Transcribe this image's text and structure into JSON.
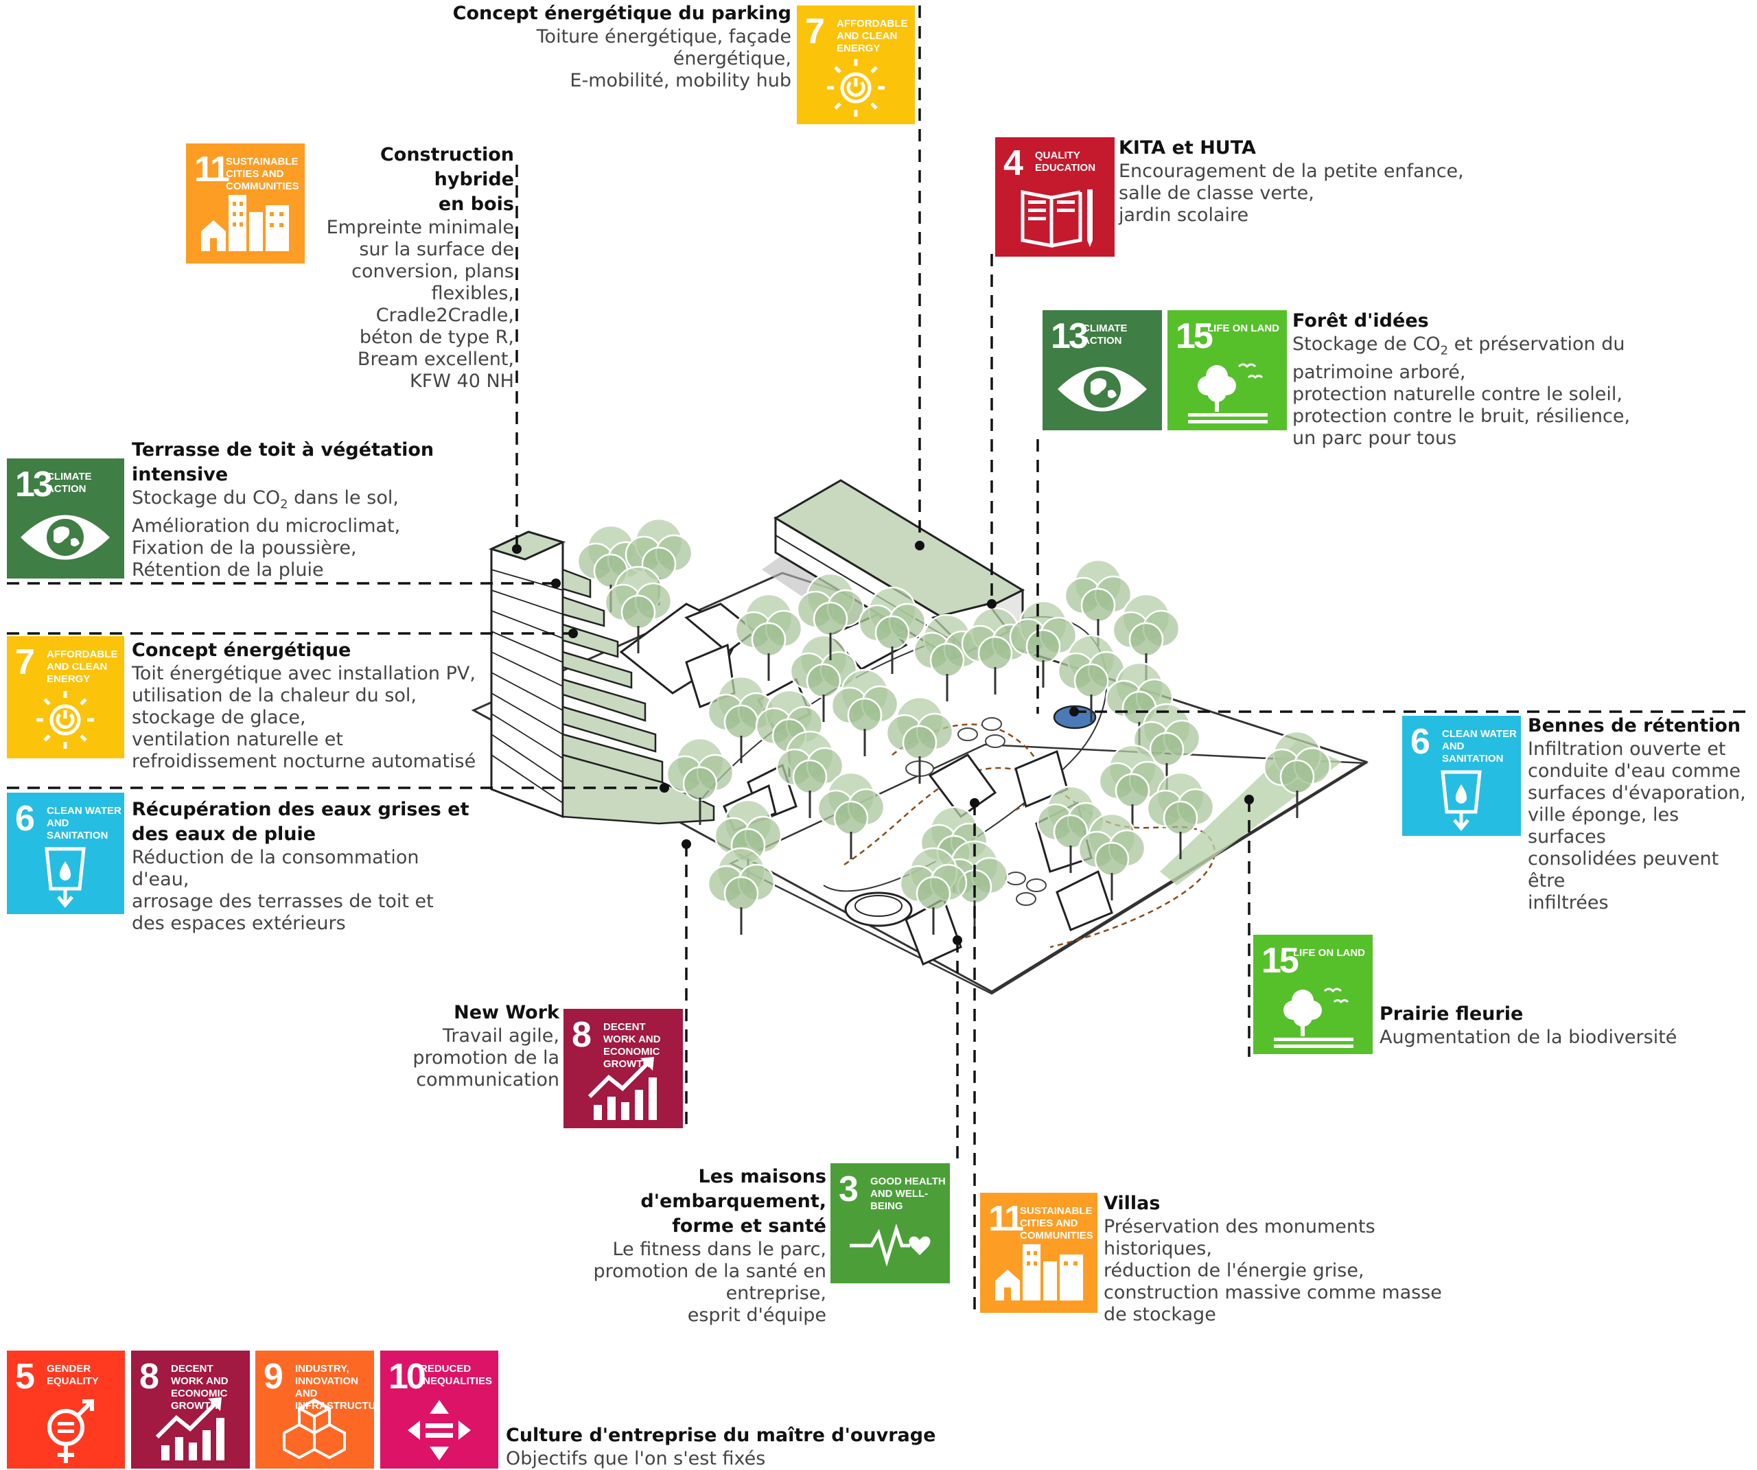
{
  "sdg": {
    "g3": {
      "num": "3",
      "label": "Good health and well-being",
      "color": "#4c9f38",
      "icon": "heartbeat-icon"
    },
    "g4": {
      "num": "4",
      "label": "Quality education",
      "color": "#c5192d",
      "icon": "book-icon"
    },
    "g5": {
      "num": "5",
      "label": "Gender equality",
      "color": "#ff3a21",
      "icon": "gender-icon"
    },
    "g6": {
      "num": "6",
      "label": "Clean water and sanitation",
      "color": "#26bde2",
      "icon": "water-icon"
    },
    "g7": {
      "num": "7",
      "label": "Affordable and clean energy",
      "color": "#fcc30b",
      "icon": "sun-power-icon"
    },
    "g8": {
      "num": "8",
      "label": "Decent work and economic growth",
      "color": "#a21942",
      "icon": "growth-chart-icon"
    },
    "g9": {
      "num": "9",
      "label": "Industry, innovation and infrastructure",
      "color": "#fd6925",
      "icon": "cubes-icon"
    },
    "g10": {
      "num": "10",
      "label": "Reduced inequalities",
      "color": "#dd1367",
      "icon": "equal-arrows-icon"
    },
    "g11": {
      "num": "11",
      "label": "Sustainable cities and communities",
      "color": "#fd9d24",
      "icon": "city-icon"
    },
    "g13": {
      "num": "13",
      "label": "Climate action",
      "color": "#3f7e44",
      "icon": "eye-globe-icon"
    },
    "g15": {
      "num": "15",
      "label": "Life on land",
      "color": "#56c02b",
      "icon": "tree-birds-icon"
    }
  },
  "annotations": {
    "parking": {
      "title": "Concept énergétique du parking",
      "desc": "Toiture énergétique, façade\nénergétique,\nE-mobilité, mobility hub"
    },
    "hybride": {
      "title": "Construction hybride\nen bois",
      "desc": "Empreinte minimale\nsur la surface de\nconversion, plans\nflexibles,\nCradle2Cradle,\nbéton de type R,\nBream excellent,\nKFW 40 NH"
    },
    "kita": {
      "title": "KITA et HUTA",
      "desc": "Encouragement de la petite enfance,\nsalle de classe verte,\njardin scolaire"
    },
    "foret": {
      "title": "Forêt d'idées",
      "desc_pre": "Stockage de CO",
      "desc_sub": "2",
      "desc_post": " et préservation du\npatrimoine arboré,\nprotection naturelle contre le soleil,\nprotection contre le bruit, résilience,\nun parc pour tous"
    },
    "terrasse": {
      "title": "Terrasse de toit à végétation\nintensive",
      "desc_pre": "Stockage du CO",
      "desc_sub": "2",
      "desc_post": " dans le sol,\nAmélioration du microclimat,\nFixation de la poussière,\nRétention de la pluie"
    },
    "concept": {
      "title": "Concept énergétique",
      "desc": "Toit énergétique avec installation PV,\nutilisation de la chaleur du sol,\nstockage de glace,\nventilation naturelle et\nrefroidissement nocturne automatisé"
    },
    "recup": {
      "title": "Récupération des eaux grises et\ndes eaux de pluie",
      "desc": "Réduction de la consommation\nd'eau,\narrosage des terrasses de toit et\ndes espaces extérieurs"
    },
    "bennes": {
      "title": "Bennes de rétention",
      "desc": "Infiltration ouverte et\nconduite d'eau comme\nsurfaces d'évaporation,\nville éponge, les surfaces\nconsolidées peuvent être\ninfiltrées"
    },
    "prairie": {
      "title": "Prairie fleurie",
      "desc": "Augmentation de la biodiversité"
    },
    "newwork": {
      "title": "New Work",
      "desc": "Travail agile,\npromotion de la\ncommunication"
    },
    "maisons": {
      "title": "Les maisons d'embarquement,\nforme et santé",
      "desc": "Le fitness dans le parc,\npromotion de la santé en\nentreprise,\nesprit d'équipe"
    },
    "villas": {
      "title": "Villas",
      "desc": "Préservation des monuments\nhistoriques,\nréduction de l'énergie grise,\nconstruction massive comme masse\nde stockage"
    },
    "culture": {
      "title": "Culture d'entreprise du maître d'ouvrage",
      "desc": "Objectifs que l'on s'est fixés"
    }
  }
}
